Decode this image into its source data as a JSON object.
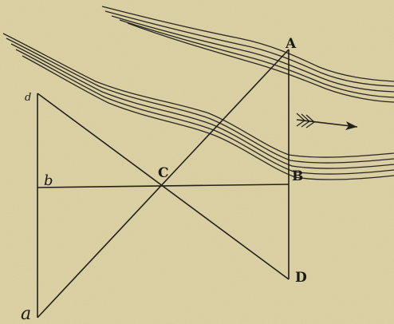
{
  "diagram": {
    "labels": {
      "A": "A",
      "B": "B",
      "C": "C",
      "D": "D",
      "a": "a",
      "b": "b",
      "d": "d"
    },
    "icons": {
      "current_direction": "arrow-right-icon"
    },
    "colors": {
      "paper": "#ddd3a6",
      "ink": "#24211b"
    }
  }
}
